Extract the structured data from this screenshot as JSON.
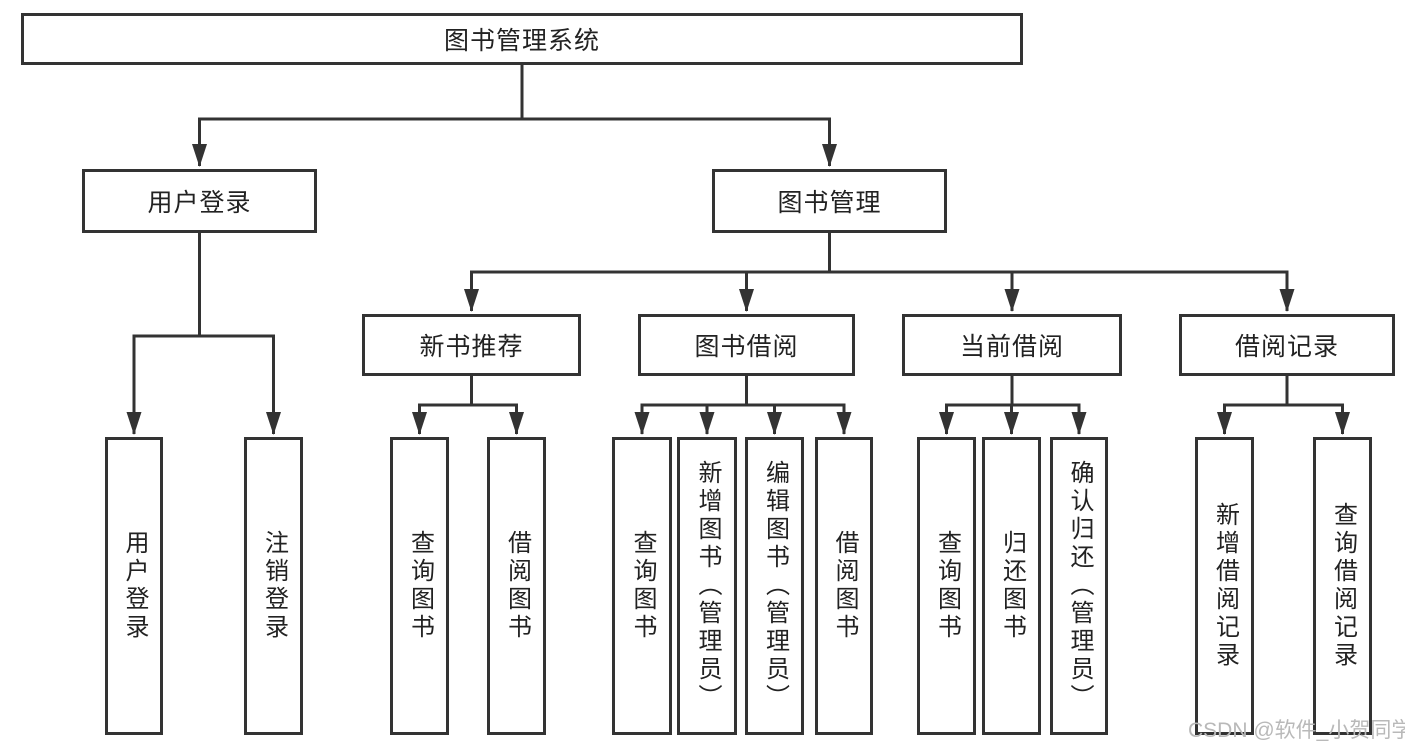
{
  "diagram": {
    "root": {
      "label": "图书管理系统"
    },
    "level2": [
      {
        "label": "用户登录"
      },
      {
        "label": "图书管理"
      }
    ],
    "level3": [
      {
        "label": "新书推荐"
      },
      {
        "label": "图书借阅"
      },
      {
        "label": "当前借阅"
      },
      {
        "label": "借阅记录"
      }
    ],
    "leaves": [
      {
        "label": "用户登录",
        "parent": "用户登录"
      },
      {
        "label": "注销登录",
        "parent": "用户登录"
      },
      {
        "label": "查询图书",
        "parent": "新书推荐"
      },
      {
        "label": "借阅图书",
        "parent": "新书推荐"
      },
      {
        "label": "查询图书",
        "parent": "图书借阅"
      },
      {
        "label": "新增图书（管理员）",
        "parent": "图书借阅"
      },
      {
        "label": "编辑图书（管理员）",
        "parent": "图书借阅"
      },
      {
        "label": "借阅图书",
        "parent": "图书借阅"
      },
      {
        "label": "查询图书",
        "parent": "当前借阅"
      },
      {
        "label": "归还图书",
        "parent": "当前借阅"
      },
      {
        "label": "确认归还（管理员）",
        "parent": "当前借阅"
      },
      {
        "label": "新增借阅记录",
        "parent": "借阅记录"
      },
      {
        "label": "查询借阅记录",
        "parent": "借阅记录"
      }
    ],
    "watermark": "CSDN @软件_小贺同学",
    "colors": {
      "line": "#333333",
      "text": "#222222",
      "watermark": "#b9b9b9",
      "background": "#ffffff"
    }
  }
}
